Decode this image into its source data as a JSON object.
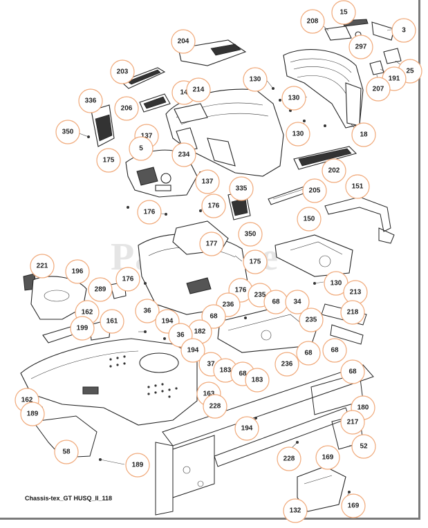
{
  "diagram": {
    "caption": "Chassis-tex_GT HUSQ_II_118",
    "watermark": "PartsTree"
  },
  "callouts": [
    {
      "id": "c15",
      "label": "15"
    },
    {
      "id": "c208",
      "label": "208"
    },
    {
      "id": "c3",
      "label": "3"
    },
    {
      "id": "c297",
      "label": "297"
    },
    {
      "id": "c204",
      "label": "204"
    },
    {
      "id": "c25",
      "label": "25"
    },
    {
      "id": "c203",
      "label": "203"
    },
    {
      "id": "c130a",
      "label": "130"
    },
    {
      "id": "c191",
      "label": "191"
    },
    {
      "id": "c207",
      "label": "207"
    },
    {
      "id": "c14",
      "label": "14"
    },
    {
      "id": "c214",
      "label": "214"
    },
    {
      "id": "c336",
      "label": "336"
    },
    {
      "id": "c206",
      "label": "206"
    },
    {
      "id": "c130b",
      "label": "130"
    },
    {
      "id": "c130c",
      "label": "130"
    },
    {
      "id": "c350a",
      "label": "350"
    },
    {
      "id": "c137a",
      "label": "137"
    },
    {
      "id": "c18",
      "label": "18"
    },
    {
      "id": "c175a",
      "label": "175"
    },
    {
      "id": "c5",
      "label": "5"
    },
    {
      "id": "c234",
      "label": "234"
    },
    {
      "id": "c202",
      "label": "202"
    },
    {
      "id": "c137b",
      "label": "137"
    },
    {
      "id": "c151",
      "label": "151"
    },
    {
      "id": "c335",
      "label": "335"
    },
    {
      "id": "c205",
      "label": "205"
    },
    {
      "id": "c176a",
      "label": "176"
    },
    {
      "id": "c176b",
      "label": "176"
    },
    {
      "id": "c150",
      "label": "150"
    },
    {
      "id": "c350b",
      "label": "350"
    },
    {
      "id": "c177",
      "label": "177"
    },
    {
      "id": "c175b",
      "label": "175"
    },
    {
      "id": "c221",
      "label": "221"
    },
    {
      "id": "c196",
      "label": "196"
    },
    {
      "id": "c176c",
      "label": "176"
    },
    {
      "id": "c130d",
      "label": "130"
    },
    {
      "id": "c213",
      "label": "213"
    },
    {
      "id": "c289",
      "label": "289"
    },
    {
      "id": "c176d",
      "label": "176"
    },
    {
      "id": "c235a",
      "label": "235"
    },
    {
      "id": "c68a",
      "label": "68"
    },
    {
      "id": "c34",
      "label": "34"
    },
    {
      "id": "c162a",
      "label": "162"
    },
    {
      "id": "c36a",
      "label": "36"
    },
    {
      "id": "c236a",
      "label": "236"
    },
    {
      "id": "c218",
      "label": "218"
    },
    {
      "id": "c194a",
      "label": "194"
    },
    {
      "id": "c68b",
      "label": "68"
    },
    {
      "id": "c235b",
      "label": "235"
    },
    {
      "id": "c161",
      "label": "161"
    },
    {
      "id": "c199",
      "label": "199"
    },
    {
      "id": "c182",
      "label": "182"
    },
    {
      "id": "c36b",
      "label": "36"
    },
    {
      "id": "c194b",
      "label": "194"
    },
    {
      "id": "c68c",
      "label": "68"
    },
    {
      "id": "c68d",
      "label": "68"
    },
    {
      "id": "c236b",
      "label": "236"
    },
    {
      "id": "c37",
      "label": "37"
    },
    {
      "id": "c183a",
      "label": "183"
    },
    {
      "id": "c68e",
      "label": "68"
    },
    {
      "id": "c183b",
      "label": "183"
    },
    {
      "id": "c68f",
      "label": "68"
    },
    {
      "id": "c163",
      "label": "163"
    },
    {
      "id": "c162b",
      "label": "162"
    },
    {
      "id": "c228a",
      "label": "228"
    },
    {
      "id": "c180",
      "label": "180"
    },
    {
      "id": "c189a",
      "label": "189"
    },
    {
      "id": "c217",
      "label": "217"
    },
    {
      "id": "c194c",
      "label": "194"
    },
    {
      "id": "c52",
      "label": "52"
    },
    {
      "id": "c58",
      "label": "58"
    },
    {
      "id": "c189b",
      "label": "189"
    },
    {
      "id": "c228b",
      "label": "228"
    },
    {
      "id": "c169a",
      "label": "169"
    },
    {
      "id": "c132",
      "label": "132"
    },
    {
      "id": "c169b",
      "label": "169"
    }
  ]
}
